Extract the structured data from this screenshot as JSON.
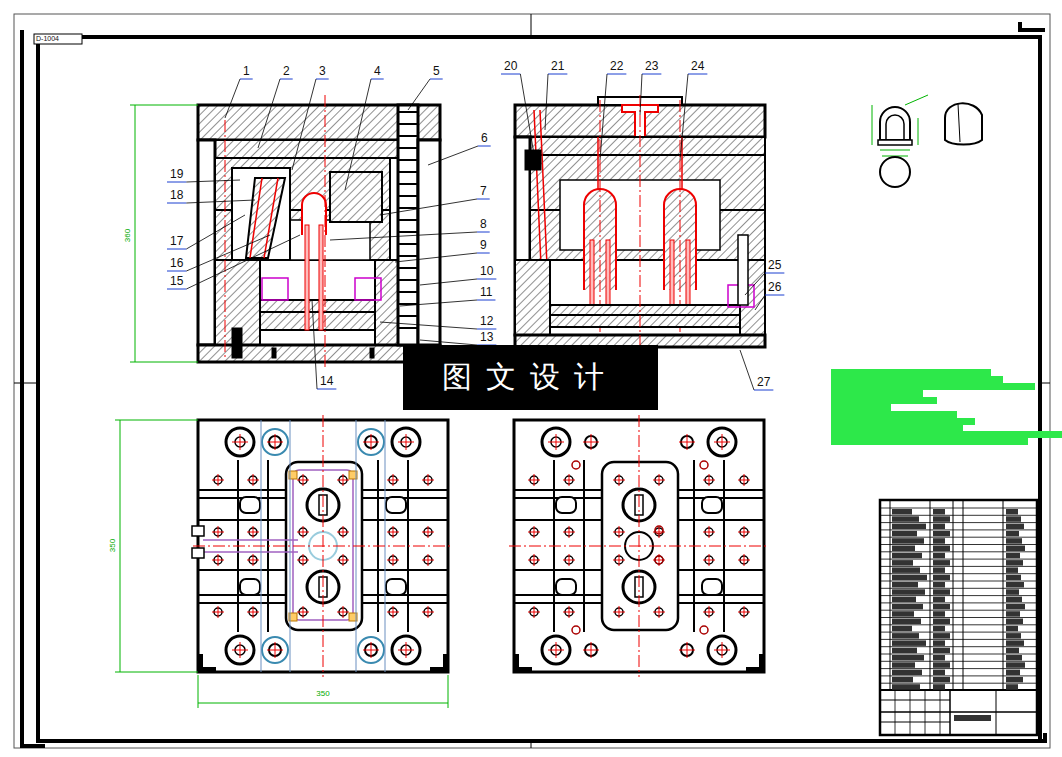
{
  "diagram": {
    "nodes": [
      {
        "text": [
          "图文设计"
        ]
      }
    ],
    "labels": [
      "D-1004",
      "1",
      "2",
      "3",
      "4",
      "5",
      "6",
      "7",
      "8",
      "9",
      "10",
      "11",
      "12",
      "13",
      "14",
      "15",
      "16",
      "17",
      "18",
      "19",
      "20",
      "21",
      "22",
      "23",
      "24",
      "25",
      "26",
      "27",
      "360",
      "350",
      "350"
    ]
  }
}
